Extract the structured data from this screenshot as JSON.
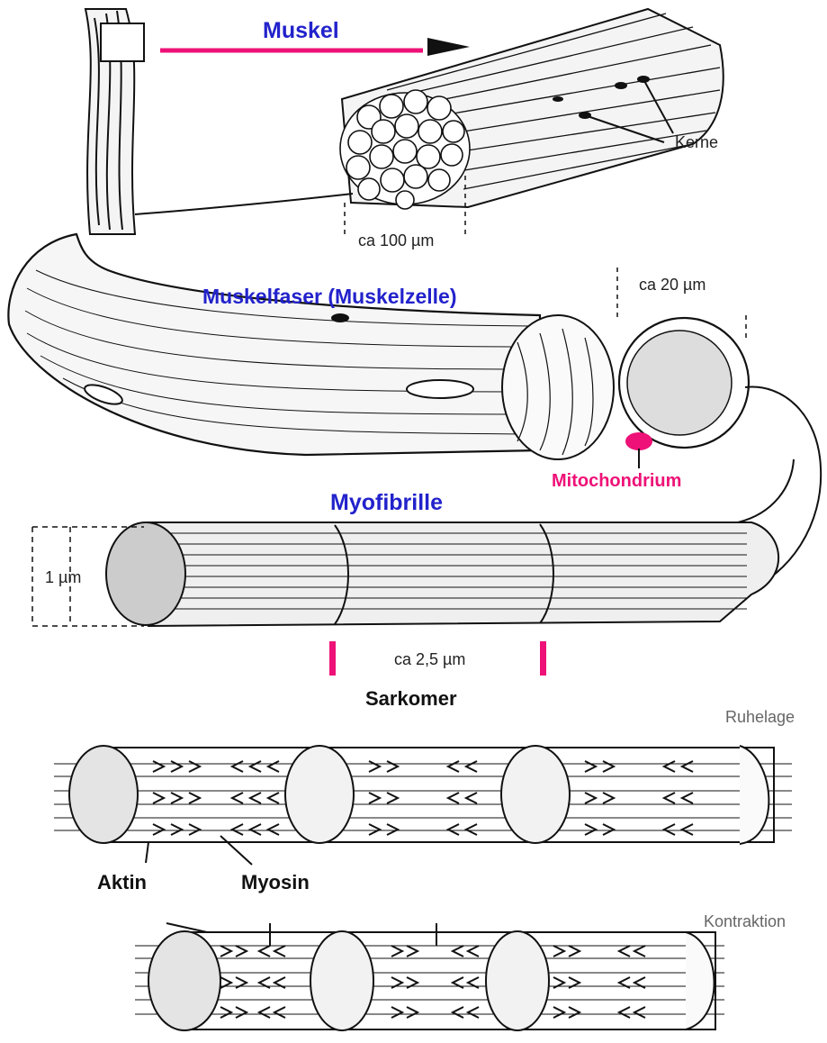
{
  "labels": {
    "muskel": "Muskel",
    "kerne": "Kerne",
    "ca_100_um": "ca 100 µm",
    "muskelfaser": "Muskelfaser (Muskelzelle)",
    "ca_20_um": "ca 20 µm",
    "mitochondrium": "Mitochondrium",
    "myofibrille": "Myofibrille",
    "one_um": "1 µm",
    "ca_2_5_um": "ca 2,5 µm",
    "sarkomer": "Sarkomer",
    "ruhelage": "Ruhelage",
    "aktin": "Aktin",
    "myosin": "Myosin",
    "kontraktion": "Kontraktion"
  },
  "colors": {
    "blue_label": "#2222cc",
    "magenta": "#ee1177",
    "ink": "#111111",
    "gray_label": "#666666"
  }
}
